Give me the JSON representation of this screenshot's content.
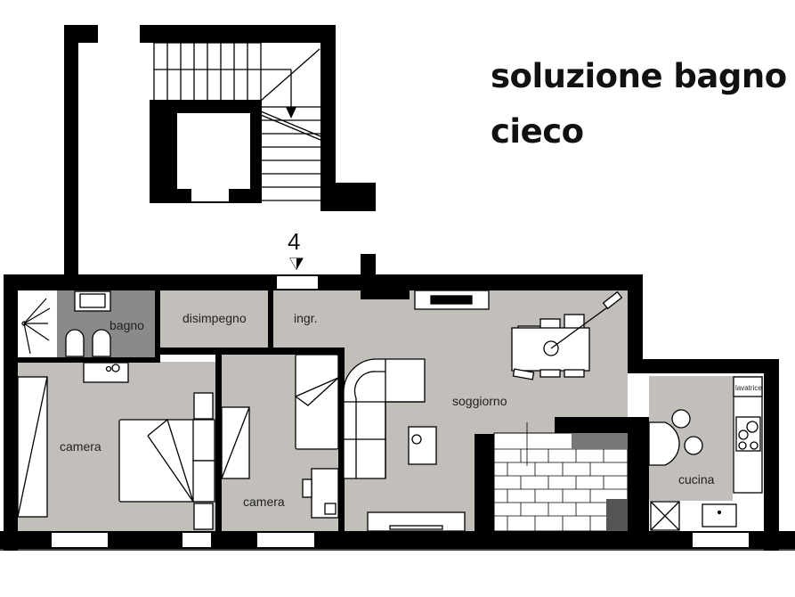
{
  "title": {
    "line1": "soluzione bagno",
    "line2": "cieco"
  },
  "landing": {
    "floor_number": "4",
    "entry_marker": "entry-triangle"
  },
  "rooms": [
    {
      "id": "bagno",
      "label": "bagno",
      "fill": "#8a8a8a"
    },
    {
      "id": "disimpegno",
      "label": "disimpegno",
      "fill": "#c2bfbb"
    },
    {
      "id": "ingresso",
      "label": "ingr.",
      "fill": "#c2bfbb"
    },
    {
      "id": "soggiorno",
      "label": "soggiorno",
      "fill": "#c2bfbb"
    },
    {
      "id": "camera1",
      "label": "camera",
      "fill": "#c2bfbb"
    },
    {
      "id": "camera2",
      "label": "camera",
      "fill": "#c2bfbb"
    },
    {
      "id": "cucina",
      "label": "cucina",
      "fill": "#c2bfbb"
    }
  ],
  "fixtures": {
    "kitchen_sink_label": "lavatrice"
  },
  "colors": {
    "wall": "#000000",
    "room_fill": "#c2bfbb",
    "bath_fill": "#8a8a8a",
    "furniture": "#ffffff"
  }
}
